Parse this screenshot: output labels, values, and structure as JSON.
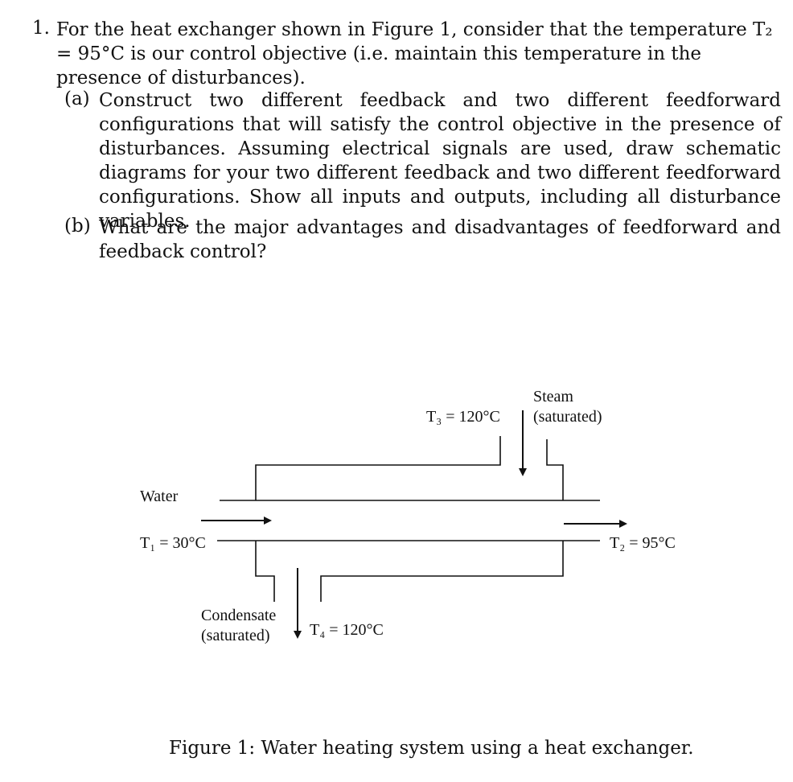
{
  "question": {
    "number": "1.",
    "text": "For the heat exchanger shown in Figure 1, consider that the temperature T₂ = 95°C is our control objective (i.e. maintain this temperature in the presence of disturbances)."
  },
  "parts": [
    {
      "label": "(a)",
      "text": "Construct two different feedback and two different feedforward configurations that will satisfy the control objective in the presence of disturbances. Assuming electrical signals are used, draw schematic diagrams for your two different feedback and two different feedforward configurations. Show all inputs and outputs, including all disturbance variables."
    },
    {
      "label": "(b)",
      "text": "What are the major advantages and disadvantages of feedforward and feedback control?"
    }
  ],
  "diagram": {
    "water_label": "Water",
    "t1_label": "T₁ = 30°C",
    "t2_label": "T₂ = 95°C",
    "t3_label": "T₃ = 120°C",
    "t4_label": "T₄ = 120°C",
    "steam_label_line1": "Steam",
    "steam_label_line2": "(saturated)",
    "condensate_label_line1": "Condensate",
    "condensate_label_line2": "(saturated)"
  },
  "caption": "Figure 1: Water heating system using a heat exchanger."
}
